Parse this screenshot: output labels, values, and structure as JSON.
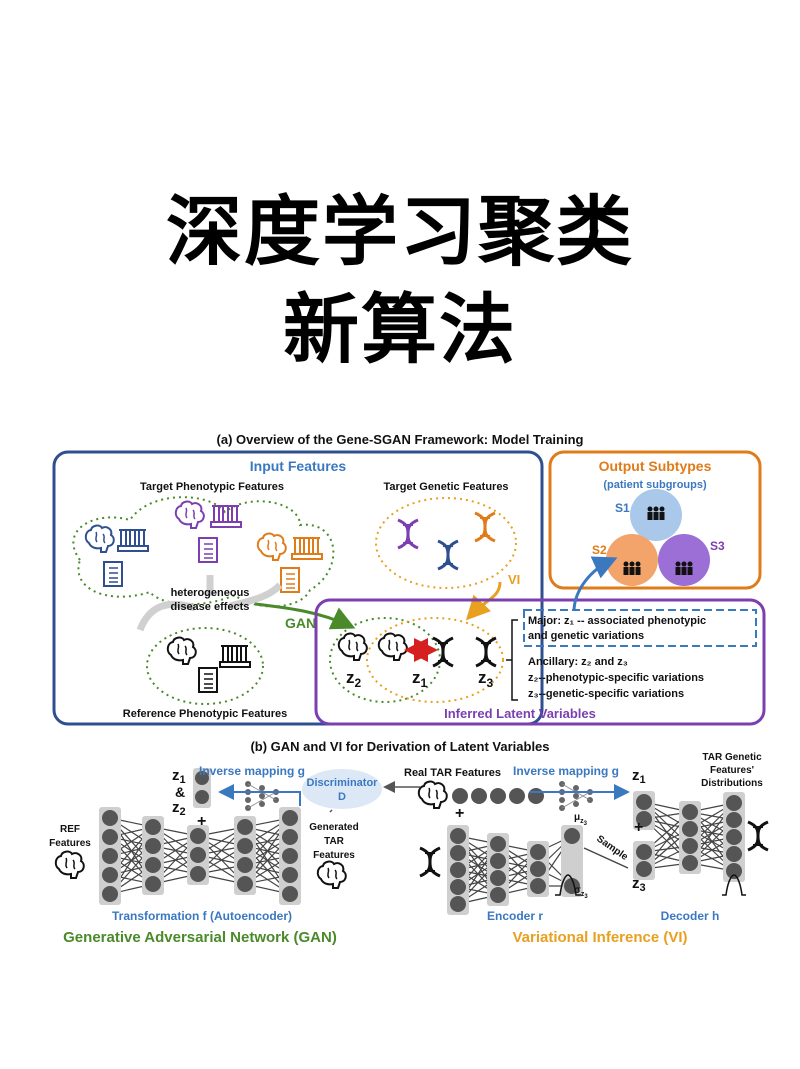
{
  "headline": {
    "line1": "深度学习聚类",
    "line2": "新算法"
  },
  "panel_a": {
    "title": "(a) Overview of the Gene-SGAN Framework: Model Training",
    "input_features": "Input Features",
    "target_phenotypic": "Target Phenotypic Features",
    "target_genetic": "Target Genetic Features",
    "heterogeneous_1": "heterogeneous",
    "heterogeneous_2": "disease effects",
    "gan": "GAN",
    "vi": "VI",
    "reference_phenotypic": "Reference Phenotypic Features",
    "output_subtypes": "Output Subtypes",
    "patient_subgroups": "(patient subgroups)",
    "s1": "S1",
    "s2": "S2",
    "s3": "S3",
    "z1": "z",
    "z1_sub": "1",
    "z2": "z",
    "z2_sub": "2",
    "z3": "z",
    "z3_sub": "3",
    "major_1": "Major: z₁ -- associated phenotypic",
    "major_2": "and genetic variations",
    "ancillary": "Ancillary: z₂ and z₃",
    "z2_desc": "z₂--phenotypic-specific variations",
    "z3_desc": "z₃--genetic-specific variations",
    "inferred": "Inferred Latent Variables"
  },
  "panel_b": {
    "title": "(b) GAN and VI for Derivation of Latent Variables",
    "inverse_mapping_left": "Inverse mapping g",
    "inverse_mapping_right": "Inverse mapping g",
    "z1_and": "&",
    "plus": "+",
    "discriminator_1": "Discriminator",
    "discriminator_2": "D",
    "real_tar": "Real TAR Features",
    "generated_1": "Generated",
    "generated_2": "TAR",
    "generated_3": "Features",
    "ref_1": "REF",
    "ref_2": "Features",
    "transformation": "Transformation f (Autoencoder)",
    "gan_full": "Generative Adversarial Network (GAN)",
    "mu": "μ",
    "sigma": "σ",
    "sample": "Sample",
    "encoder": "Encoder r",
    "decoder": "Decoder h",
    "vi_full": "Variational Inference (VI)",
    "tar_genetic_1": "TAR Genetic",
    "tar_genetic_2": "Features'",
    "tar_genetic_3": "Distributions"
  },
  "colors": {
    "navy": "#2f4f8f",
    "orange": "#e07b1a",
    "purple": "#7b3fb0",
    "green": "#4a8a2a",
    "blue_text": "#3a78c0",
    "s1_fill": "#a9c8ea",
    "s2_fill": "#f2a46a",
    "s3_fill": "#9b6fd6",
    "node": "#555555",
    "layer_bg": "#cfcfcf"
  }
}
